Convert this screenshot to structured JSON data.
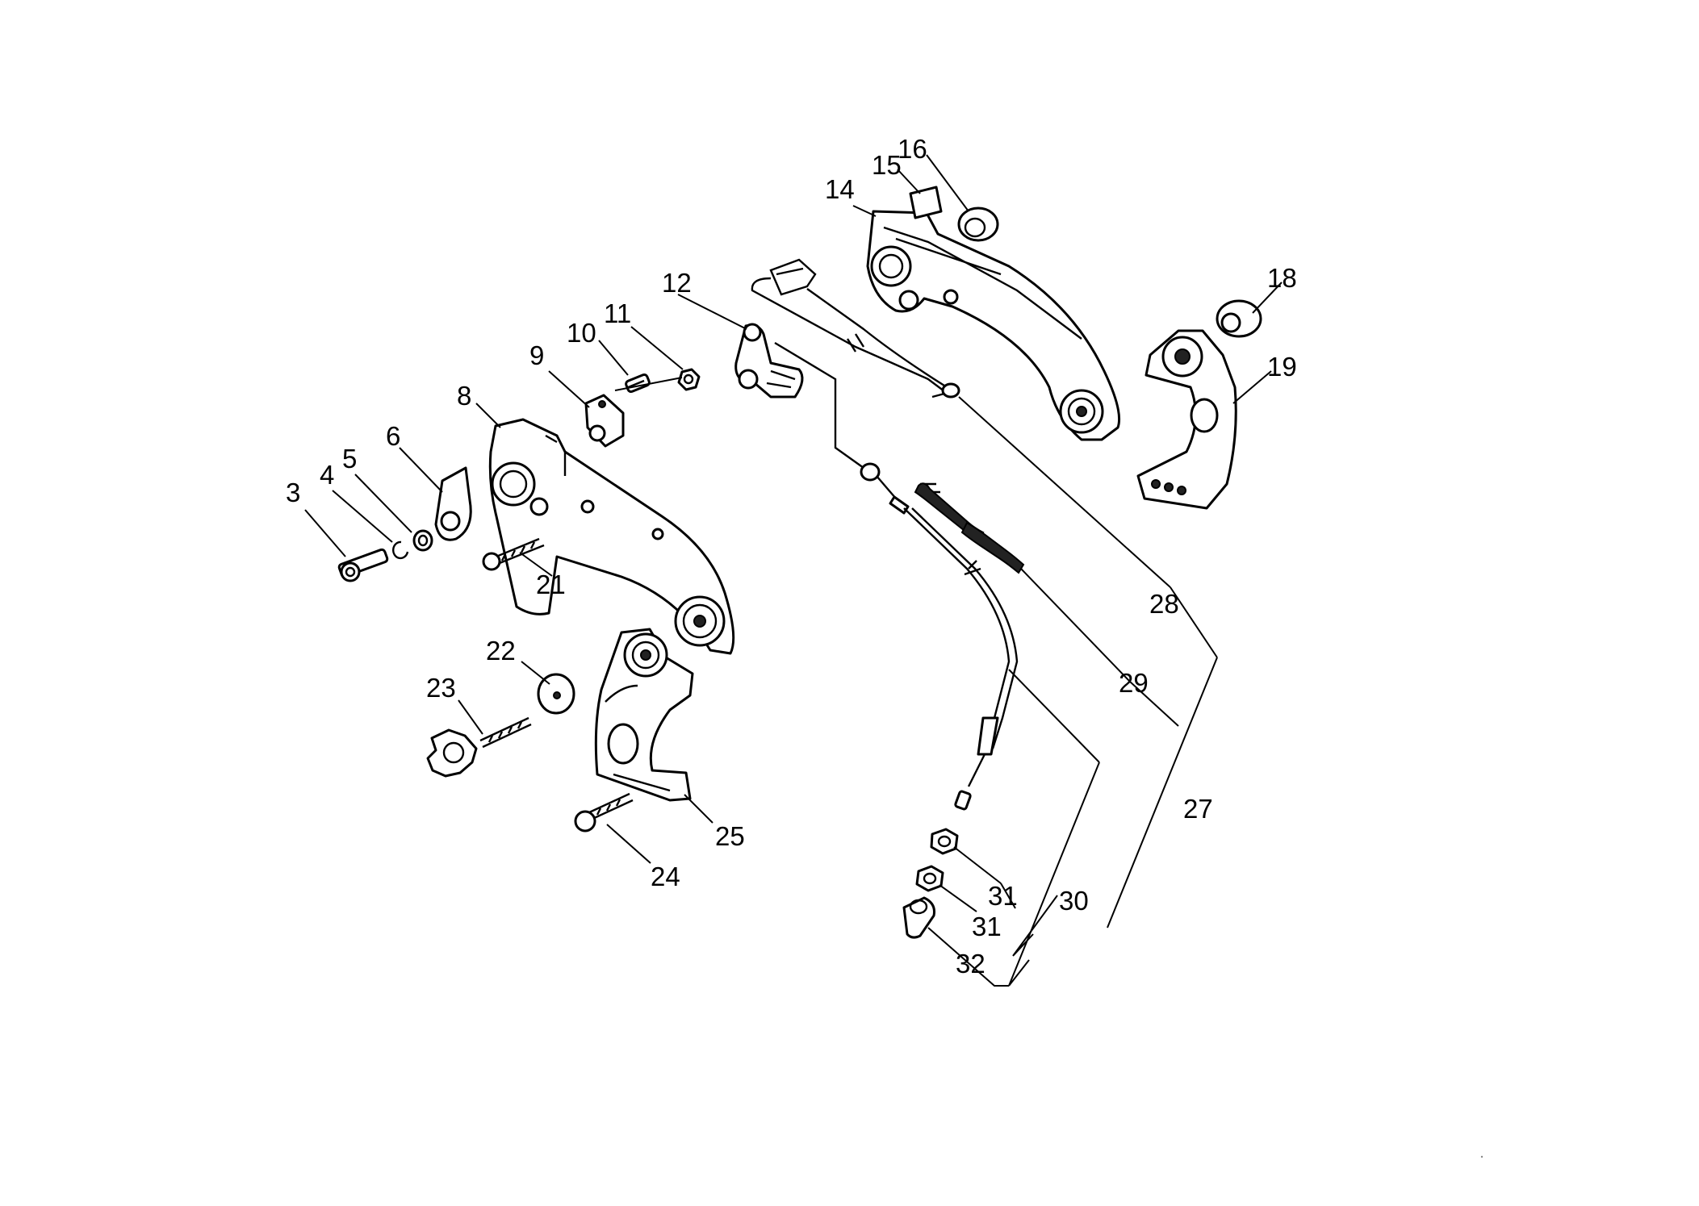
{
  "diagram": {
    "labels": [
      {
        "id": "3",
        "text": "3"
      },
      {
        "id": "4",
        "text": "4"
      },
      {
        "id": "5",
        "text": "5"
      },
      {
        "id": "6",
        "text": "6"
      },
      {
        "id": "8",
        "text": "8"
      },
      {
        "id": "9",
        "text": "9"
      },
      {
        "id": "10",
        "text": "10"
      },
      {
        "id": "11",
        "text": "11"
      },
      {
        "id": "12",
        "text": "12"
      },
      {
        "id": "14",
        "text": "14"
      },
      {
        "id": "15",
        "text": "15"
      },
      {
        "id": "16",
        "text": "16"
      },
      {
        "id": "18",
        "text": "18"
      },
      {
        "id": "19",
        "text": "19"
      },
      {
        "id": "21",
        "text": "21"
      },
      {
        "id": "22",
        "text": "22"
      },
      {
        "id": "23",
        "text": "23"
      },
      {
        "id": "24",
        "text": "24"
      },
      {
        "id": "25",
        "text": "25"
      },
      {
        "id": "27",
        "text": "27"
      },
      {
        "id": "28",
        "text": "28"
      },
      {
        "id": "29",
        "text": "29"
      },
      {
        "id": "30",
        "text": "30"
      },
      {
        "id": "31a",
        "text": "31"
      },
      {
        "id": "31b",
        "text": "31"
      },
      {
        "id": "32",
        "text": "32"
      }
    ]
  }
}
